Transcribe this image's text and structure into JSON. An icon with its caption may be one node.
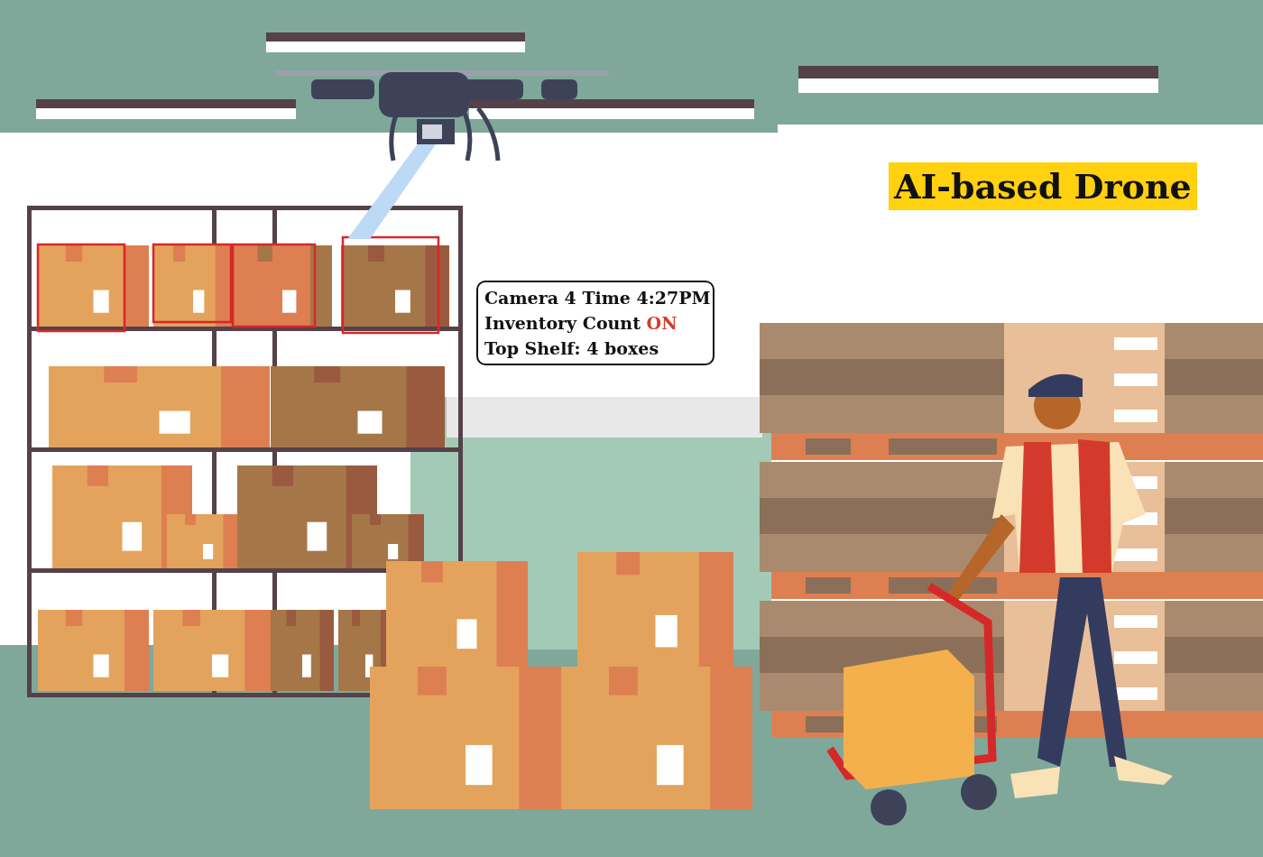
{
  "diagram": {
    "title": "AI-based Drone",
    "nodes": [
      {
        "text": [
          "Camera 4 Time 4:27PM",
          "Inventory Count ON",
          "Top Shelf: 4 boxes"
        ]
      }
    ]
  }
}
